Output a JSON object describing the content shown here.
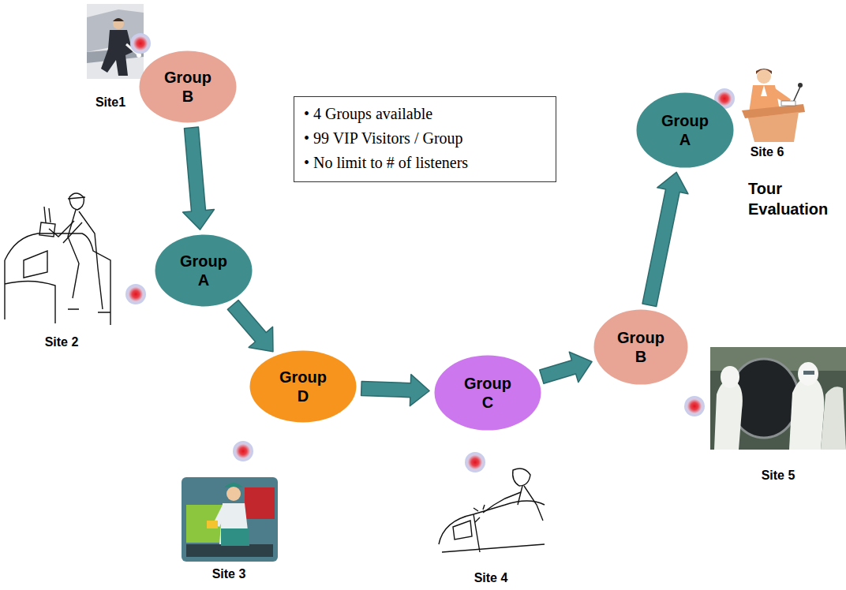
{
  "diagram": {
    "nodes": [
      {
        "text": [
          "Group B"
        ]
      },
      {
        "text": [
          "Group A"
        ]
      },
      {
        "text": [
          "Group D"
        ]
      },
      {
        "text": [
          "Group C"
        ]
      },
      {
        "text": [
          "Group B"
        ]
      },
      {
        "text": [
          "Group A"
        ]
      },
      {
        "text": [
          "• 4 Groups available",
          "• 99 VIP Visitors / Group",
          "• No limit to # of listeners"
        ]
      }
    ],
    "edges": [
      {
        "from": 0,
        "to": 1,
        "arrow": "to"
      },
      {
        "from": 1,
        "to": 2,
        "arrow": "to"
      },
      {
        "from": 2,
        "to": 3,
        "arrow": "to"
      },
      {
        "from": 3,
        "to": 4,
        "arrow": "to"
      },
      {
        "from": 4,
        "to": 5,
        "arrow": "to"
      }
    ],
    "labels": [
      "Site1",
      "Site 2",
      "Site 3",
      "Site 4",
      "Site 5",
      "Site 6",
      "Tour Evaluation"
    ]
  }
}
